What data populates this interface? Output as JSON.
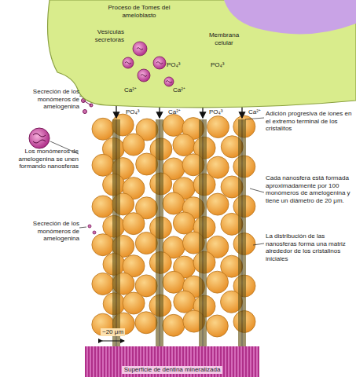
{
  "diagram": {
    "nodes": [
      {
        "text": [
          "Proceso de Tomes del ameloblasto"
        ]
      },
      {
        "text": [
          "Superficie de dentina mineralizada"
        ]
      }
    ],
    "labels": [
      "Secreción de los monómeros de amelogenina",
      "Vesículas secretoras",
      "Membrana celular",
      "PO₄³",
      "PO₄³",
      "Ca²⁺",
      "Ca²⁺",
      "PO₄³",
      "Ca²⁺",
      "PO₄³",
      "Ca²⁺",
      "Adición progresiva de iones en el extremo terminal de los cristalitos",
      "Los monómeros de amelogenina se unen formando nanosferas",
      "Cada nanosfera está formada aproximadamente por 100 monómeros de amelogenina y tiene un diámetro de 20 μm.",
      "Secreción de los monómeros de amelogenina",
      "La distribución de las nanosferas forma una matriz alrededor de los cristalinos iniciales",
      "~20 μm"
    ]
  }
}
